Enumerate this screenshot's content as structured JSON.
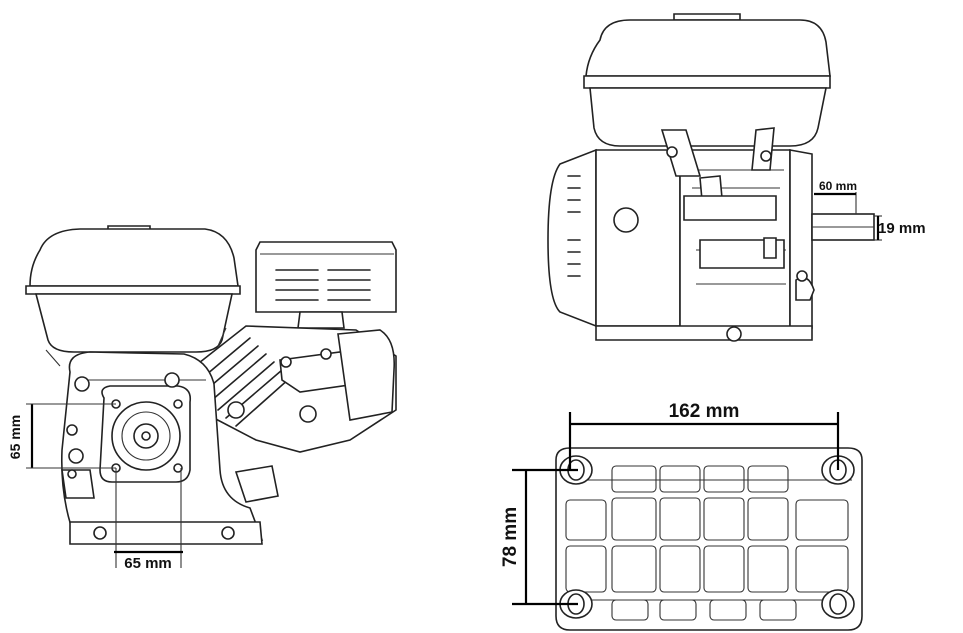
{
  "dimensions": {
    "side_bolt_vertical": "65 mm",
    "side_bolt_horizontal": "65 mm",
    "shaft_length": "60 mm",
    "shaft_diameter": "19 mm",
    "base_width": "162 mm",
    "base_depth": "78 mm"
  }
}
